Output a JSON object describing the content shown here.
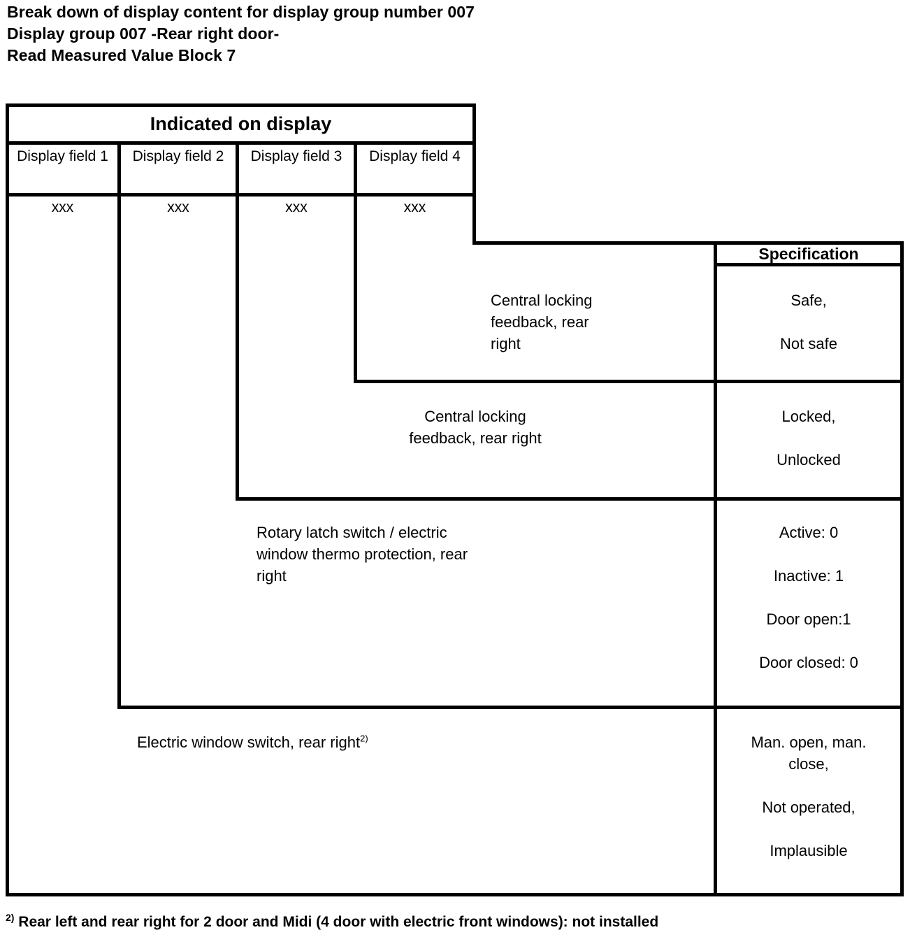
{
  "document": {
    "title_lines": [
      "Break down of display content for display group number 007",
      "Display group 007 -Rear right door-",
      "Read Measured Value Block 7"
    ]
  },
  "table": {
    "banner": "Indicated on display",
    "spec_header": "Specification",
    "field_headers": [
      "Display field\n1",
      "Display field\n2",
      "Display field\n3",
      "Display field\n4"
    ],
    "field_values": [
      "xxx",
      "xxx",
      "xxx",
      "xxx"
    ],
    "rows": [
      {
        "description": "Central locking\nfeedback, rear\nright",
        "spec_values": [
          "Safe,",
          "Not safe"
        ]
      },
      {
        "description": "Central locking\nfeedback, rear right",
        "spec_values": [
          "Locked,",
          "Unlocked"
        ]
      },
      {
        "description": "Rotary latch switch / electric\nwindow thermo protection, rear\nright",
        "spec_values": [
          "Active: 0",
          "Inactive: 1",
          "Door open:1",
          "Door closed: 0"
        ]
      },
      {
        "description": "Electric window switch, rear right",
        "description_superscript": "2)",
        "spec_values": [
          "Man. open, man.",
          "close,",
          "Not operated,",
          "Implausible"
        ]
      }
    ]
  },
  "footnote": {
    "marker": "2)",
    "text": " Rear left and rear right for 2 door and Midi (4 door with electric front windows): not installed"
  }
}
